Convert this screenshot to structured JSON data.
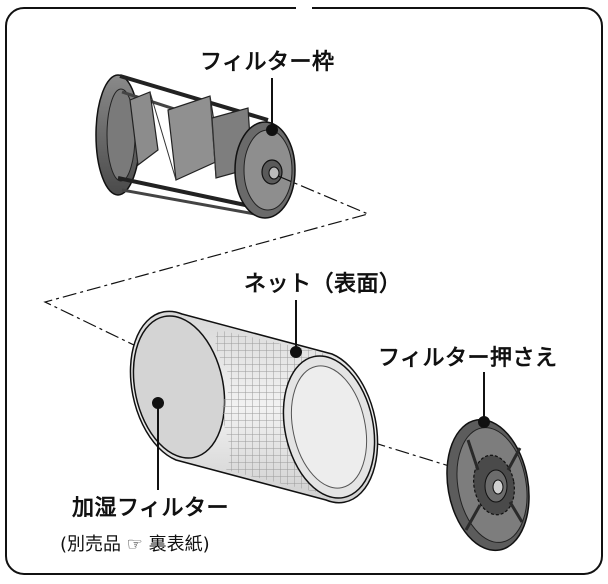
{
  "labels": {
    "filter_frame": "フィルター枠",
    "net": "ネット（表面）",
    "filter_holder": "フィルター押さえ",
    "humidifier_filter": "加湿フィルター",
    "sold_separately": "(別売品 ☞ 裏表紙)"
  },
  "colors": {
    "stroke": "#111111",
    "cylinder_fill": "#e6e6e6",
    "cylinder_shade": "#cfcfcf",
    "frame_fill": "#6e6e6e",
    "frame_dark": "#3c3c3c",
    "holder_fill": "#555555"
  },
  "icons": {
    "pointing_hand": "pointing-hand-icon"
  }
}
